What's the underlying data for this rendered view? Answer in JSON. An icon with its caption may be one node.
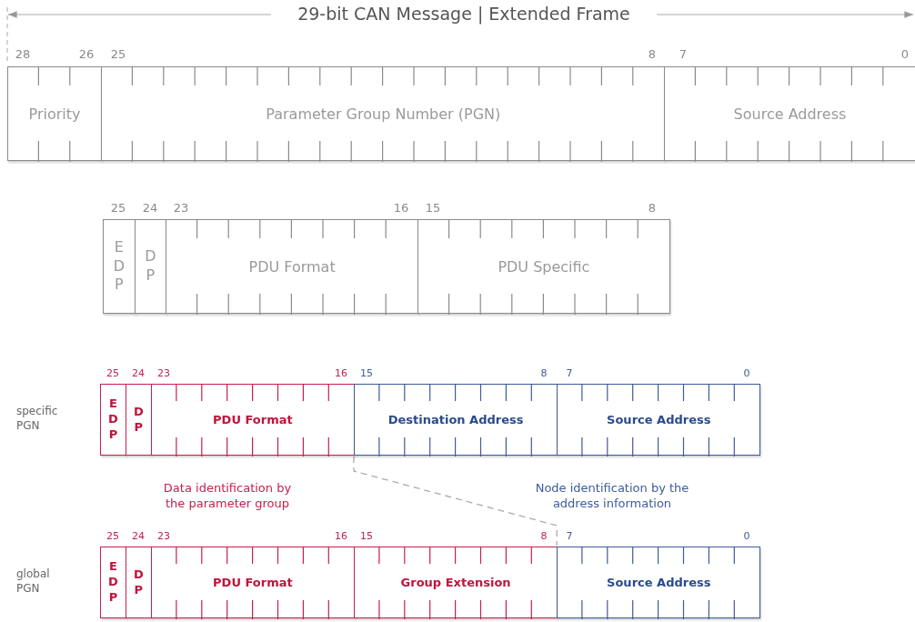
{
  "diagram": {
    "title": "29-bit CAN Message | Extended Frame",
    "nodes": [
      {
        "text": [
          "Priority"
        ]
      },
      {
        "text": [
          "Parameter Group Number (PGN)"
        ]
      },
      {
        "text": [
          "Source Address"
        ]
      },
      {
        "text": [
          "E D P"
        ]
      },
      {
        "text": [
          "D P"
        ]
      },
      {
        "text": [
          "PDU Format"
        ]
      },
      {
        "text": [
          "PDU Specific"
        ]
      },
      {
        "text": [
          "E D P"
        ]
      },
      {
        "text": [
          "D P"
        ]
      },
      {
        "text": [
          "PDU Format"
        ]
      },
      {
        "text": [
          "Destination Address"
        ]
      },
      {
        "text": [
          "Source Address"
        ]
      },
      {
        "text": [
          "E D P"
        ]
      },
      {
        "text": [
          "D P"
        ]
      },
      {
        "text": [
          "PDU Format"
        ]
      },
      {
        "text": [
          "Group Extension"
        ]
      },
      {
        "text": [
          "Source Address"
        ]
      }
    ],
    "edges": [
      {
        "from": 10,
        "to": 16,
        "arrow": "none",
        "style": "dashed"
      }
    ],
    "labels": [
      "28",
      "26",
      "25",
      "8",
      "7",
      "0",
      "25",
      "24",
      "23",
      "16",
      "15",
      "8",
      "25",
      "24",
      "23",
      "16",
      "15",
      "8",
      "7",
      "0",
      "specific PGN",
      "Data identification by the parameter group",
      "Node identification by the address information",
      "25",
      "24",
      "23",
      "16",
      "15",
      "8",
      "7",
      "0",
      "global PGN"
    ]
  }
}
